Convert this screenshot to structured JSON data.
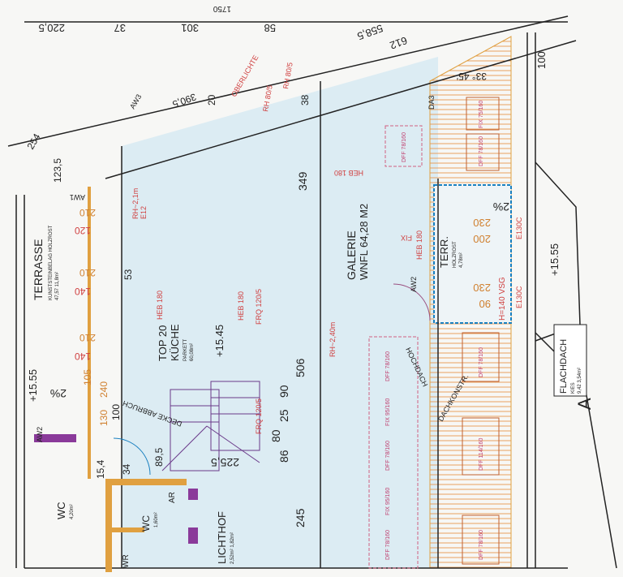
{
  "colors": {
    "interior": "#dcecf3",
    "wall": "#222222",
    "orange": "#e0a040",
    "hatch": "#e8a060",
    "red": "#d04040",
    "pink": "#d06080",
    "blue": "#1a80c0",
    "purple": "#8a3a9a",
    "stair": "#6a3a8a"
  },
  "top_dimensions": [
    "220,5",
    "37",
    "301",
    "58",
    "558,5",
    "612",
    "1750",
    "100"
  ],
  "roof_dims": [
    "390,5",
    "20",
    "38",
    "33° 45'"
  ],
  "top_labels": {
    "bereich": "OBERLICHTE",
    "rh1": "RH 80/5",
    "rh2": "RH 80/5",
    "da3": "DA3",
    "aw3": "AW3"
  },
  "rooms": {
    "terrasse": {
      "name": "TERRASSE",
      "sub": "KUNSTSTEINBELAG HOLZROST",
      "area": "47,57 11,8m²"
    },
    "kueche": {
      "top": "TOP 20",
      "name": "KÜCHE",
      "sub": "PARKETT",
      "area": "60,08m²"
    },
    "galerie": {
      "name": "GALERIE",
      "sub": "WNFL 64,28 M2"
    },
    "terr": {
      "name": "TERR.",
      "sub": "HOLZROST",
      "area": "4,78m²"
    },
    "wc1": {
      "name": "WC",
      "area": "4,20m²"
    },
    "wc2": {
      "name": "WC",
      "area": "1,60m²"
    },
    "ar": {
      "name": "AR"
    },
    "wr": {
      "name": "WR"
    },
    "lichthof": {
      "name": "LICHTHOF",
      "area": "2,52m² 1,82m²"
    },
    "flachdach": {
      "name": "FLACHDACH",
      "sub": "KIES",
      "area": "9,42 3,54m²"
    }
  },
  "levels": [
    "+15.55",
    "+15.45",
    "+15.55"
  ],
  "left_dims": [
    "210",
    "120",
    "210",
    "140",
    "210",
    "140",
    "105",
    "240",
    "130",
    "100",
    "53",
    "123,5",
    "254",
    "15,4",
    "34",
    "89,5"
  ],
  "mid_dims": [
    "349",
    "506",
    "25",
    "90",
    "245",
    "225,5",
    "80",
    "86",
    "2%",
    "2%"
  ],
  "terr_dims": [
    "230",
    "200",
    "230",
    "90",
    "H=140 VSG"
  ],
  "labels": {
    "heb": "HEB 180",
    "fix": "FIX",
    "aw2": "AW2",
    "aw1": "AW1",
    "e12": "E12",
    "e130": "E130C",
    "frq": "FRQ 120/5",
    "decke": "DECKE ABBRUCH",
    "dachkonstr": "DACHKONSTR.",
    "hochdach": "HOCHDACH",
    "rh24": "RH~2,40m",
    "rh21": "RH~2,1m",
    "a_mark": "A"
  },
  "windows": [
    "DFF 78/160",
    "FIX 95/160",
    "DFF 78/160",
    "FIX 95/160",
    "DFF 78/160",
    "DFF 78/160",
    "DFF 114/160",
    "DFF 78/160",
    "DFF 78/160",
    "FIX 75/160",
    "DFF 78/160"
  ]
}
